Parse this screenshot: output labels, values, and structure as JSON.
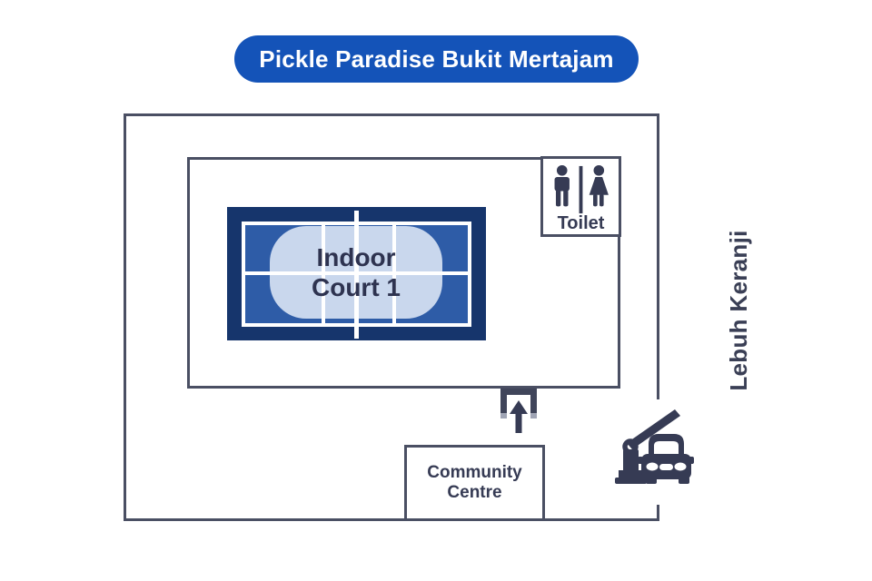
{
  "title": {
    "label": "Pickle Paradise Bukit Mertajam"
  },
  "court": {
    "label_line1": "Indoor",
    "label_line2": "Court 1"
  },
  "toilet": {
    "label": "Toilet"
  },
  "community_centre": {
    "line1": "Community",
    "line2": "Centre"
  },
  "road": {
    "name": "Lebuh Keranji"
  },
  "icons": {
    "toilet_men": "man-icon",
    "toilet_women": "woman-icon",
    "entrance": "up-arrow-icon",
    "gate": "barrier-gate-icon",
    "vehicle": "car-icon"
  },
  "colors": {
    "title_pill_blue": "#1453B8",
    "boundary_line": "#4A4F63",
    "ink": "#363B54",
    "court_border_navy": "#16356C",
    "court_surface_blue": "#2E5CA7",
    "court_line_white": "#FFFFFF",
    "court_plate_light_blue": "#C9D7ED"
  }
}
